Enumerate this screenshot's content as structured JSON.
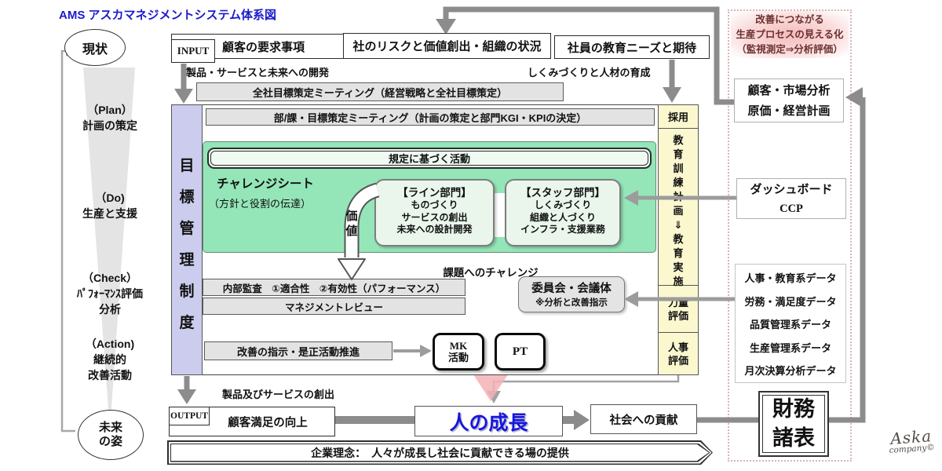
{
  "title": "AMS アスカマネジメントシステム体系図",
  "left_loop": {
    "current_state": "現状",
    "future_state": "未来\nの姿",
    "phases": [
      {
        "lines": [
          "（Plan）",
          "計画の策定"
        ]
      },
      {
        "lines": [
          "（Do)",
          "生産と支援"
        ]
      },
      {
        "lines": [
          "（Check）",
          "ﾊﾟﾌｫｰﾏﾝｽ評価",
          "分析"
        ]
      },
      {
        "lines": [
          "（Action)",
          "継続的",
          "改善活動"
        ]
      }
    ]
  },
  "top": {
    "input_label": "INPUT",
    "customer_requirements": "顧客の要求事項",
    "risk_box": "社のリスクと価値創出・組織の状況",
    "education_box": "社員の教育ニーズと期待",
    "product_dev_note": "製品・サービスと未来への開発",
    "hr_dev_note": "しくみづくりと人材の育成",
    "company_meeting": "全社目標策定ミーティング（経営戦略と全社目標策定）"
  },
  "main": {
    "vertical_bar": "目標管理制度",
    "dept_meeting": "部/課・目標策定ミーティング（計画の策定と部門KGI・KPIの決定）",
    "rules_activity": "規定に基づく活動",
    "challenge_sheet": "チャレンジシート",
    "challenge_sheet_sub": "（方針と役割の伝達）",
    "value_label": "価値",
    "line_dept": {
      "title": "【ライン部門】",
      "items": [
        "ものづくり",
        "サービスの創出",
        "未来への設計開発"
      ]
    },
    "staff_dept": {
      "title": "【スタッフ部門】",
      "items": [
        "しくみづくり",
        "組織と人づくり",
        "インフラ・支援業務"
      ]
    },
    "challenge_to_issues": "課題へのチャレンジ",
    "internal_audit": "内部監査　①適合性　②有効性（パフォーマンス）",
    "management_review": "マネジメントレビュー",
    "committee": "委員会・会議体",
    "committee_sub": "※分析と改善指示",
    "improvement_bar": "改善の指示・是正活動推進",
    "mk_card": "MK\n活動",
    "pt_card": "PT"
  },
  "hr_column": {
    "recruit": "採用",
    "training": "教育訓練計画⇓教育実施",
    "competence": "力量評価",
    "personnel": "人事評価"
  },
  "bottom": {
    "output_label": "OUTPUT",
    "product_creation": "製品及びサービスの創出",
    "customer_satisfaction": "顧客満足の向上",
    "human_growth": "人の成長",
    "social_contribution": "社会への貢献",
    "philosophy": "企業理念：　人々が成長し社会に貢献できる場の提供"
  },
  "right_panel": {
    "kaizen_note_lines": [
      "改善につながる",
      "生産プロセスの見える化",
      "（監視測定⇒分析評価）"
    ],
    "market_box_lines": [
      "顧客・市場分析",
      "原価・経営計画"
    ],
    "dashboard_lines": [
      "ダッシュボード",
      "CCP"
    ],
    "data_list": [
      "人事・教育系データ",
      "労務・満足度データ",
      "品質管理系データ",
      "生産管理系データ",
      "月次決算分析データ"
    ],
    "financial": "財務\n諸表"
  },
  "logo": {
    "line1": "Aska",
    "line2": "company©"
  },
  "colors": {
    "accent_blue_title": "#1a1acc",
    "growth_blue": "#1616e0",
    "green_band": "#94e6b8",
    "purple_bar": "#ccccee",
    "yellow_col": "#fbf8d0",
    "pink_triangle": "#f5b2b6",
    "gray_bar": "#e3e3e3",
    "connector_gray": "#8c8c8c",
    "kaizen_text": "#6b3030"
  }
}
